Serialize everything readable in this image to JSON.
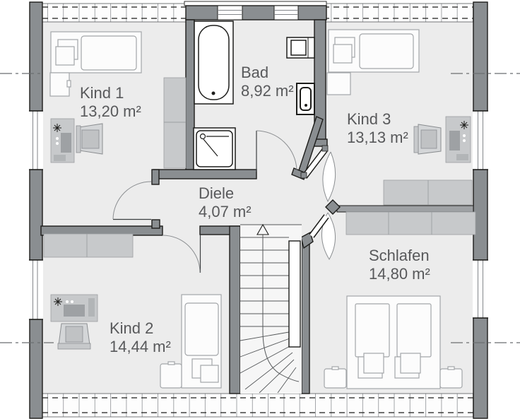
{
  "rooms": [
    {
      "id": "kind1",
      "label": "Kind 1",
      "area": "13,20 m²"
    },
    {
      "id": "bad",
      "label": "Bad",
      "area": "8,92 m²"
    },
    {
      "id": "kind3",
      "label": "Kind 3",
      "area": "13,13 m²"
    },
    {
      "id": "diele",
      "label": "Diele",
      "area": "4,07 m²"
    },
    {
      "id": "kind2",
      "label": "Kind 2",
      "area": "14,44 m²"
    },
    {
      "id": "schlafen",
      "label": "Schlafen",
      "area": "14,80 m²"
    }
  ],
  "fixtures": [
    "bathtub",
    "shower",
    "washbasin",
    "toilet",
    "stairs-up"
  ],
  "colors": {
    "wall": "#8a8e91",
    "floor": "#ececec",
    "furniture": "#c7c9cb",
    "outline": "#1d1d1b",
    "label_text": "#58595b"
  }
}
